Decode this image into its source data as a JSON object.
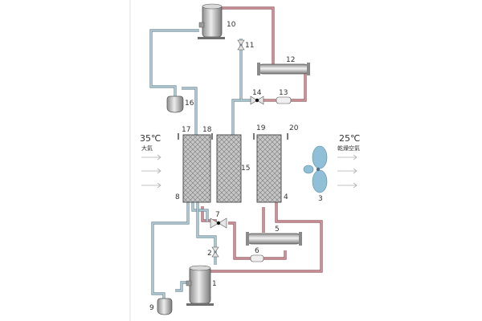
{
  "labels": {
    "n1": "1",
    "n2": "2",
    "n3": "3",
    "n4": "4",
    "n5": "5",
    "n6": "6",
    "n7": "7",
    "n8": "8",
    "n9": "9",
    "n10": "10",
    "n11": "11",
    "n12": "12",
    "n13": "13",
    "n14": "14",
    "n15": "15",
    "n16": "16",
    "n17": "17",
    "n18": "18",
    "n19": "19",
    "n20": "20"
  },
  "inlet": {
    "temperature": "35℃",
    "caption": "大氣"
  },
  "outlet": {
    "temperature": "25℃",
    "caption": "乾燥空氣"
  },
  "colors": {
    "hot_pipe": "#8a4f57",
    "cold_pipe": "#6d8792",
    "exchanger": "#c8c8c8",
    "fan": "#8fc0d8"
  },
  "icons": [
    "compressor-icon",
    "receiver-tank-icon",
    "valve-icon",
    "heat-exchanger-icon",
    "fan-icon",
    "filter-icon"
  ]
}
